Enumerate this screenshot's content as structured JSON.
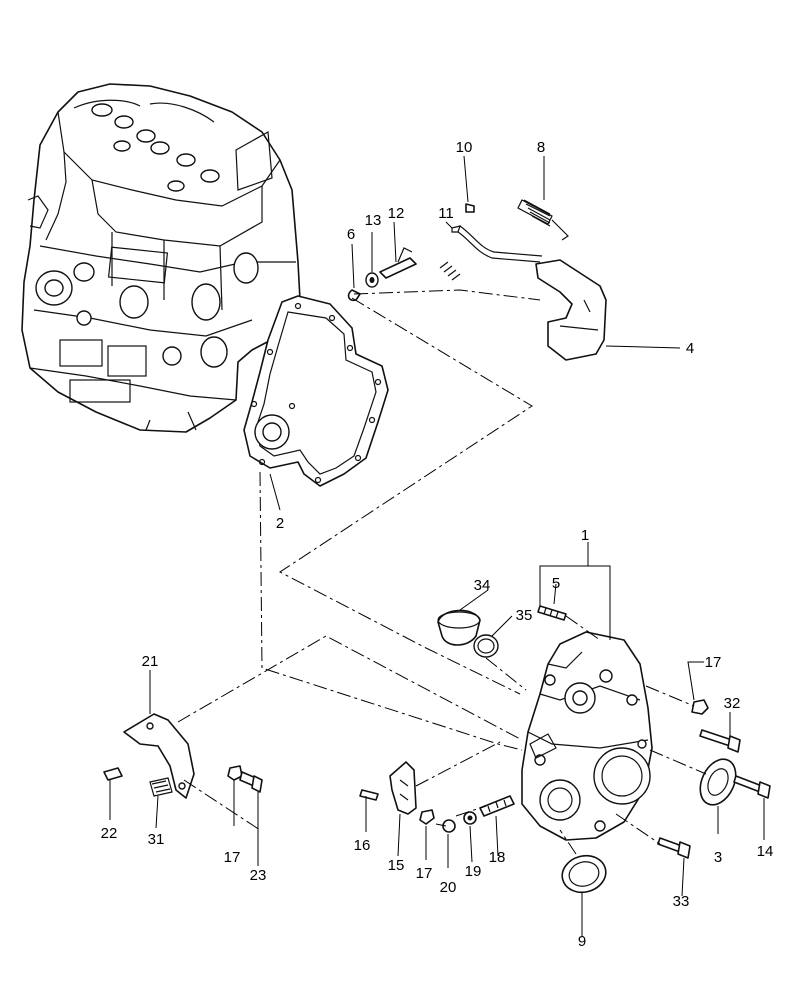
{
  "diagram": {
    "callouts": [
      {
        "id": "c1",
        "text": "1"
      },
      {
        "id": "c2",
        "text": "2"
      },
      {
        "id": "c3",
        "text": "3"
      },
      {
        "id": "c4",
        "text": "4"
      },
      {
        "id": "c5",
        "text": "5"
      },
      {
        "id": "c6",
        "text": "6"
      },
      {
        "id": "c8",
        "text": "8"
      },
      {
        "id": "c9",
        "text": "9"
      },
      {
        "id": "c10",
        "text": "10"
      },
      {
        "id": "c11",
        "text": "11"
      },
      {
        "id": "c12",
        "text": "12"
      },
      {
        "id": "c13",
        "text": "13"
      },
      {
        "id": "c14",
        "text": "14"
      },
      {
        "id": "c15",
        "text": "15"
      },
      {
        "id": "c16",
        "text": "16"
      },
      {
        "id": "c17a",
        "text": "17"
      },
      {
        "id": "c17b",
        "text": "17"
      },
      {
        "id": "c17c",
        "text": "17"
      },
      {
        "id": "c18",
        "text": "18"
      },
      {
        "id": "c19",
        "text": "19"
      },
      {
        "id": "c20",
        "text": "20"
      },
      {
        "id": "c21",
        "text": "21"
      },
      {
        "id": "c22",
        "text": "22"
      },
      {
        "id": "c23",
        "text": "23"
      },
      {
        "id": "c31",
        "text": "31"
      },
      {
        "id": "c32",
        "text": "32"
      },
      {
        "id": "c33",
        "text": "33"
      },
      {
        "id": "c34",
        "text": "34"
      },
      {
        "id": "c35",
        "text": "35"
      }
    ]
  }
}
